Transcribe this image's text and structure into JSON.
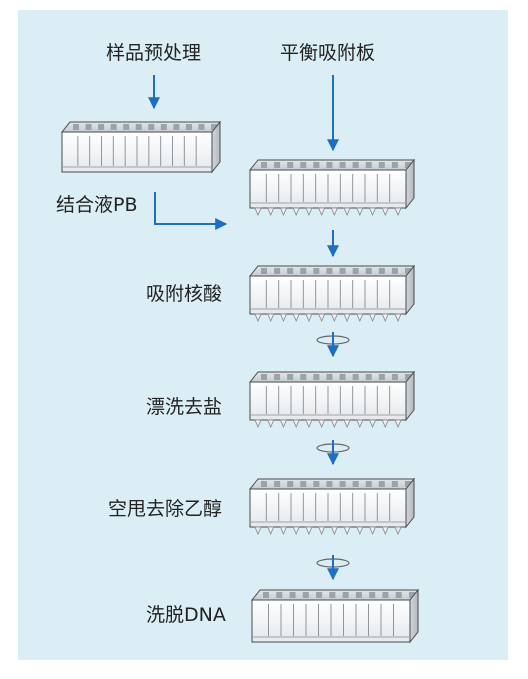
{
  "labels": {
    "sample_prep": "样品预处理",
    "equilibrate_plate": "平衡吸附板",
    "binding_buffer": "结合液PB",
    "adsorb_nucleic_acid": "吸附核酸",
    "rinse_desalt": "漂洗去盐",
    "spin_remove_ethanol": "空甩去除乙醇",
    "elute_dna": "洗脱DNA"
  },
  "colors": {
    "background": "#dbeef5",
    "arrow": "#1e6fbf",
    "plate_line": "#4a4a4a"
  },
  "icons": [
    "down-arrow-icon",
    "elbow-arrow-icon",
    "centrifuge-spin-icon",
    "filter-plate-icon",
    "collection-plate-icon"
  ]
}
